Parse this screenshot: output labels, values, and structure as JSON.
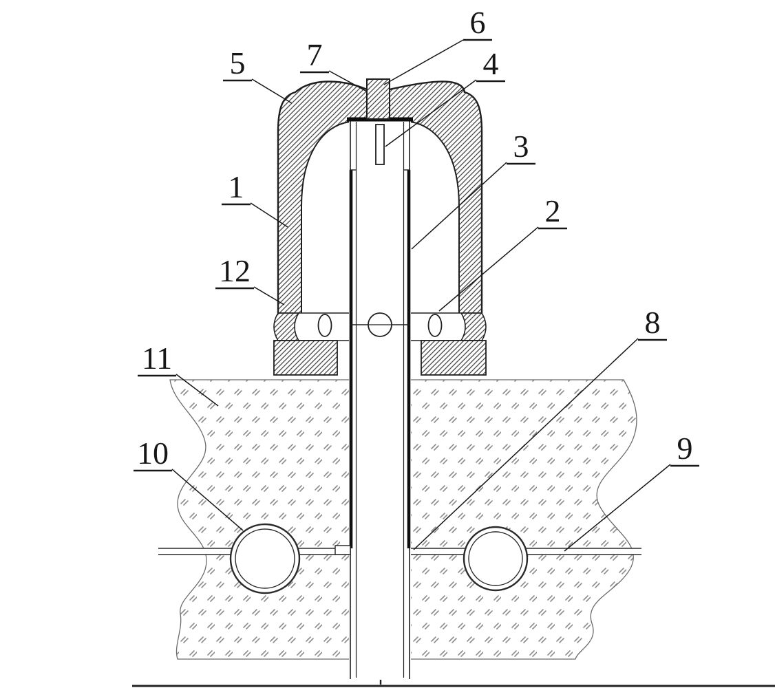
{
  "figure": {
    "type": "technical-cross-section-diagram",
    "style": "patent line drawing, black ink on white, hatched section walls and earth fill",
    "background": "#ffffff"
  },
  "colors": {
    "ink": "#1a1a1a",
    "wall_hatch": "#474747",
    "ground_mark": "#8d8d8d",
    "ground_outline": "#6b6b6b"
  },
  "labels": [
    {
      "text": "1"
    },
    {
      "text": "2"
    },
    {
      "text": "3"
    },
    {
      "text": "4"
    },
    {
      "text": "5"
    },
    {
      "text": "6"
    },
    {
      "text": "7"
    },
    {
      "text": "8"
    },
    {
      "text": "9"
    },
    {
      "text": "10"
    },
    {
      "text": "11"
    },
    {
      "text": "12"
    }
  ]
}
